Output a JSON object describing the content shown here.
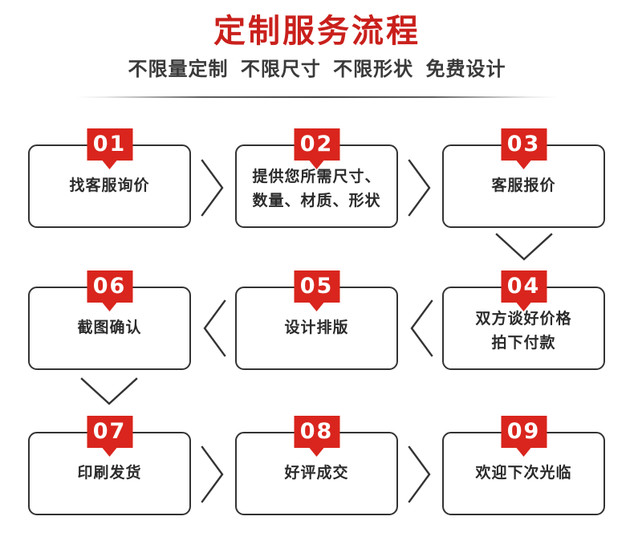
{
  "header": {
    "title": "定制服务流程",
    "subtitle": "不限量定制  不限尺寸  不限形状  免费设计",
    "title_color": "#c9201c",
    "subtitle_color": "#3a3a3a",
    "divider": "gradient-divider"
  },
  "theme": {
    "badge_red": "#d9251d",
    "box_border": "#333333",
    "background": "#ffffff",
    "text": "#2b2b2b"
  },
  "flow": {
    "steps": [
      {
        "number": "01",
        "label": "找客服询价"
      },
      {
        "number": "02",
        "label": "提供您所需尺寸、\n数量、材质、形状"
      },
      {
        "number": "03",
        "label": "客服报价"
      },
      {
        "number": "04",
        "label": "双方谈好价格\n拍下付款"
      },
      {
        "number": "05",
        "label": "设计排版"
      },
      {
        "number": "06",
        "label": "截图确认"
      },
      {
        "number": "07",
        "label": "印刷发货"
      },
      {
        "number": "08",
        "label": "好评成交"
      },
      {
        "number": "09",
        "label": "欢迎下次光临"
      }
    ],
    "connectors": [
      {
        "name": "connector-01-to-02",
        "direction": "right"
      },
      {
        "name": "connector-02-to-03",
        "direction": "right"
      },
      {
        "name": "connector-03-to-04",
        "direction": "down"
      },
      {
        "name": "connector-04-to-05",
        "direction": "left"
      },
      {
        "name": "connector-05-to-06",
        "direction": "left"
      },
      {
        "name": "connector-06-to-07",
        "direction": "down"
      },
      {
        "name": "connector-07-to-08",
        "direction": "right"
      },
      {
        "name": "connector-08-to-09",
        "direction": "right"
      }
    ]
  }
}
